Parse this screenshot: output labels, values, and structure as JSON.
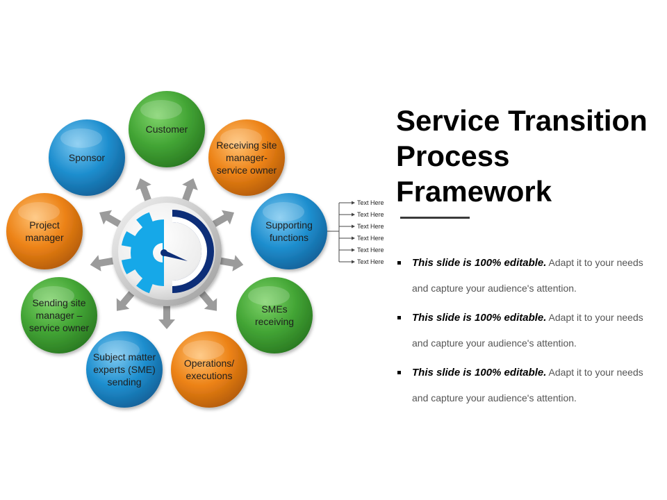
{
  "title_lines": [
    "Service Transition",
    "Process",
    "Framework"
  ],
  "nodes": [
    {
      "lines": [
        "Customer"
      ],
      "color": "green"
    },
    {
      "lines": [
        "Receiving site",
        "manager-",
        "service owner"
      ],
      "color": "orange"
    },
    {
      "lines": [
        "Supporting",
        "functions"
      ],
      "color": "blue"
    },
    {
      "lines": [
        "SMEs",
        "receiving"
      ],
      "color": "green"
    },
    {
      "lines": [
        "Operations/",
        "executions"
      ],
      "color": "orange"
    },
    {
      "lines": [
        "Subject matter",
        "experts (SME)",
        "sending"
      ],
      "color": "blue"
    },
    {
      "lines": [
        "Sending site",
        "manager –",
        "service owner"
      ],
      "color": "green"
    },
    {
      "lines": [
        "Project",
        "manager"
      ],
      "color": "orange"
    },
    {
      "lines": [
        "Sponsor"
      ],
      "color": "blue"
    }
  ],
  "tree_items": [
    "Text Here",
    "Text Here",
    "Text Here",
    "Text Here",
    "Text Here",
    "Text Here"
  ],
  "bullets": [
    {
      "bold": "This slide is 100% editable.",
      "text": " Adapt it to your needs and capture your audience's attention."
    },
    {
      "bold": "This slide is 100% editable.",
      "text": " Adapt it to your needs and capture your audience's attention."
    },
    {
      "bold": "This slide is 100% editable.",
      "text": " Adapt it to your needs and capture your audience's attention."
    }
  ],
  "colors": {
    "green": "#43a535",
    "orange": "#ec8216",
    "blue": "#1f8fcf",
    "hub_light_blue": "#12a8e8",
    "hub_navy": "#0e2d78",
    "arrow_gray": "#9b9b9b"
  },
  "icons": {
    "hub": "gear-gauge-icon",
    "arrows": "radial-arrow-icon",
    "bullet": "square-bullet-icon"
  }
}
